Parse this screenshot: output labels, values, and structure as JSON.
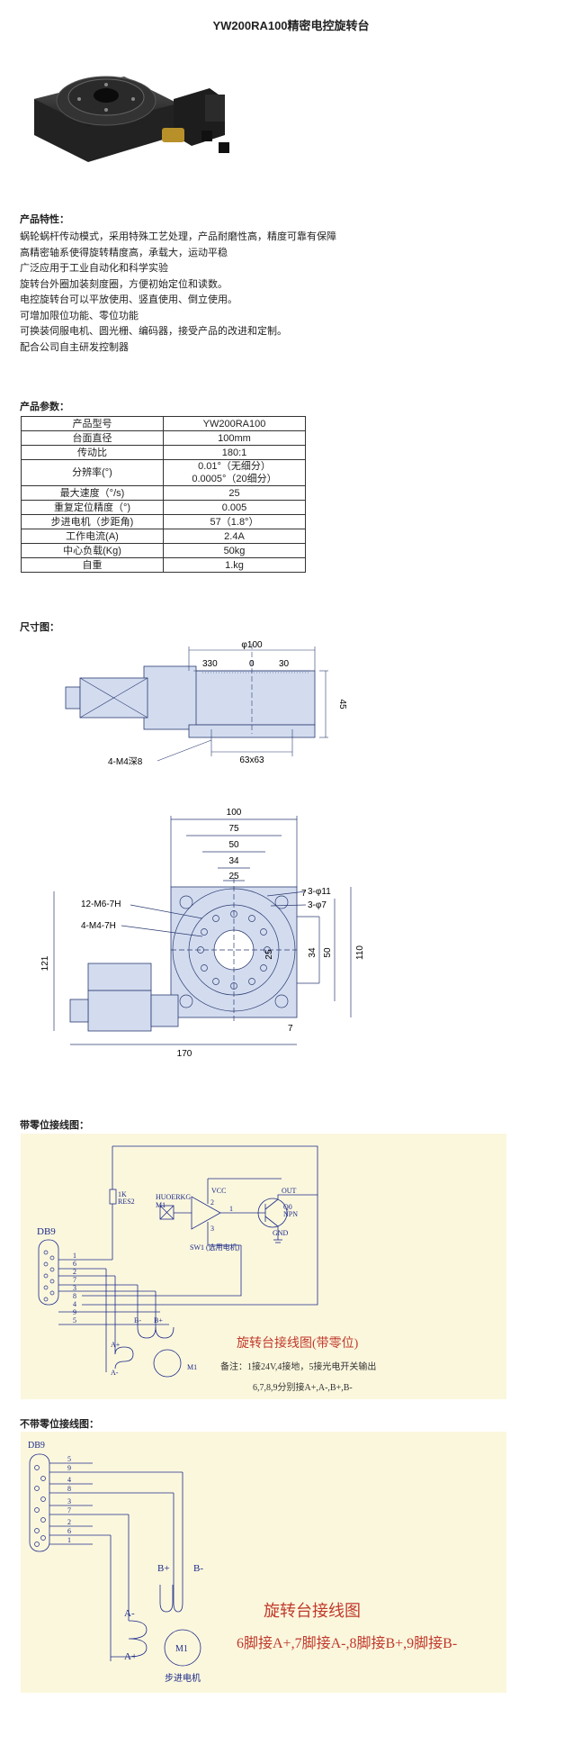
{
  "title": "YW200RA100精密电控旋转台",
  "features_heading": "产品特性：",
  "features": [
    "蜗轮蜗杆传动模式，采用特殊工艺处理，产品耐磨性高，精度可靠有保障",
    "高精密轴系使得旋转精度高，承载大，运动平稳",
    "广泛应用于工业自动化和科学实验",
    "旋转台外圈加装刻度圈，方便初始定位和读数。",
    "电控旋转台可以平放使用、竖直使用、倒立使用。",
    "可增加限位功能、零位功能",
    "可换装伺服电机、圆光栅、编码器，接受产品的改进和定制。",
    "配合公司自主研发控制器"
  ],
  "params_heading": "产品参数：",
  "params": [
    {
      "k": "产品型号",
      "v": "YW200RA100"
    },
    {
      "k": "台面直径",
      "v": "100mm"
    },
    {
      "k": "传动比",
      "v": "180:1"
    },
    {
      "k": "分辨率(°)",
      "v": "0.01°（无细分）",
      "v2": "0.0005°（20细分）"
    },
    {
      "k": "最大速度（°/s)",
      "v": "25"
    },
    {
      "k": "重复定位精度（°)",
      "v": "0.005"
    },
    {
      "k": "步进电机（步距角)",
      "v": "57（1.8°）"
    },
    {
      "k": "工作电流(A)",
      "v": "2.4A"
    },
    {
      "k": "中心负载(Kg)",
      "v": "50kg"
    },
    {
      "k": "自重",
      "v": "1.kg"
    }
  ],
  "dimension_heading": "尺寸图：",
  "side_view": {
    "dia": "φ100",
    "scale_330": "330",
    "scale_0": "0",
    "scale_30": "30",
    "height": "45",
    "holes": "4-M4深8",
    "pitch": "63x63"
  },
  "top_view": {
    "d100": "100",
    "d75": "75",
    "d50": "50",
    "d34": "34",
    "d25": "25",
    "hole_a": "3-φ11",
    "hole_b": "3-φ7",
    "m6": "12-M6-7H",
    "m4": "4-M4-7H",
    "r25": "25",
    "r34": "34",
    "r50": "50",
    "r110": "110",
    "edge7a": "7",
    "edge7b": "7",
    "h121": "121",
    "w170": "170"
  },
  "wiring_zero_heading": "带零位接线图：",
  "wiring_zero": {
    "sensor_label": "HUOERKG",
    "sensor_m": "M1",
    "vcc": "VCC",
    "out": "OUT",
    "q0": "Q0",
    "npn": "NPN",
    "gnd": "GND",
    "res": "1K",
    "res2": "RES2",
    "sw": "SW1 (选用电机)",
    "db9": "DB9",
    "pins": [
      "1",
      "6",
      "2",
      "7",
      "3",
      "8",
      "4",
      "9",
      "5"
    ],
    "motor": "M1",
    "ap": "A+",
    "am": "A-",
    "bp": "B+",
    "bm": "B-",
    "pin1": "1",
    "pin2": "2",
    "pin3": "3",
    "title": "旋转台接线图(带零位)",
    "note1": "备注：1接24V,4接地，5接光电开关输出",
    "note2": "6,7,8,9分别接A+,A-,B+,B-"
  },
  "wiring_nozero_heading": "不带零位接线图：",
  "wiring_nozero": {
    "db9": "DB9",
    "pins": [
      "5",
      "9",
      "4",
      "8",
      "3",
      "7",
      "2",
      "6",
      "1"
    ],
    "bp": "B+",
    "bm": "B-",
    "am": "A-",
    "ap": "A+",
    "motor": "M1",
    "motor_cn": "步进电机",
    "title": "旋转台接线图",
    "note": "6脚接A+,7脚接A-,8脚接B+,9脚接B-"
  },
  "colors": {
    "blueprint_fill": "#d3dcef",
    "blueprint_line": "#2a3a70",
    "wiring_bg": "#fbf7dd",
    "schem_line": "#1c2a8a",
    "schem_red": "#c0392b"
  }
}
